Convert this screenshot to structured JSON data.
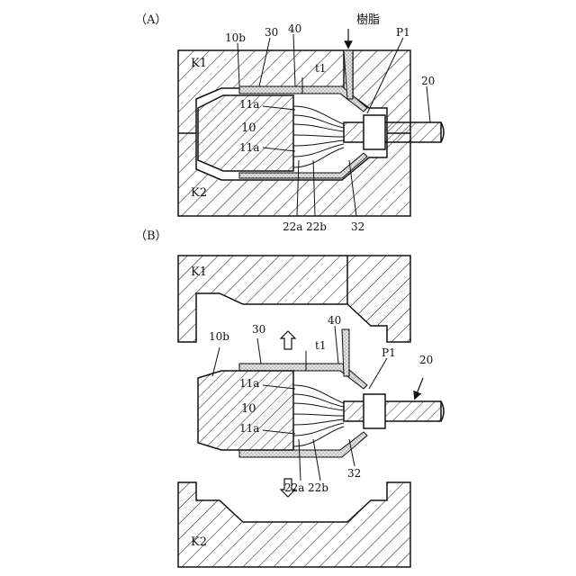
{
  "panels": [
    {
      "title": "（A）",
      "labels": {
        "k1": "K1",
        "k2": "K2",
        "b10": "10b",
        "n30": "30",
        "n40": "40",
        "resin": "樹脂",
        "p1": "P1",
        "t1": "t1",
        "n20": "20",
        "a11_top": "11a",
        "n10": "10",
        "a11_bot": "11a",
        "n22a": "22a",
        "n22b": "22b",
        "n32": "32"
      }
    },
    {
      "title": "（B）",
      "labels": {
        "k1": "K1",
        "k2": "K2",
        "b10": "10b",
        "n30": "30",
        "n40": "40",
        "p1": "P1",
        "t1": "t1",
        "n20": "20",
        "a11_top": "11a",
        "n10": "10",
        "a11_bot": "11a",
        "n22a": "22a",
        "n22b": "22b",
        "n32": "32"
      }
    }
  ],
  "colors": {
    "line": "#111111",
    "hatch": "#111111",
    "resin_fill": "#dcdcdc",
    "bg": "#ffffff"
  }
}
